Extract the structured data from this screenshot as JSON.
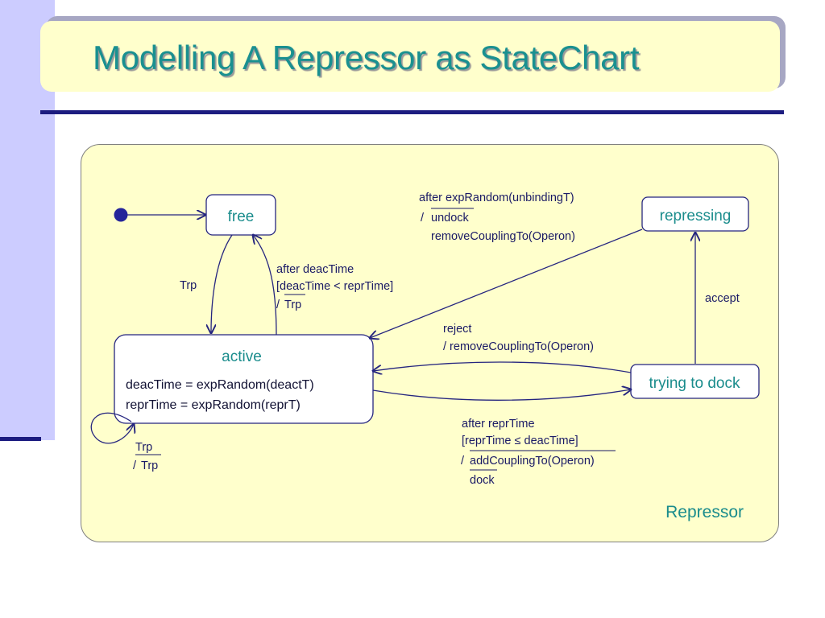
{
  "slide": {
    "title": "Modelling A Repressor as StateChart",
    "accent_color": "#1a9090",
    "rule_color": "#1c1c80",
    "band_color": "#ccccff",
    "title_box_color": "#ffffcc"
  },
  "statechart": {
    "container_name": "Repressor",
    "states": {
      "free": {
        "name": "free"
      },
      "active": {
        "name": "active",
        "actions": [
          "deacTime = expRandom(deactT)",
          "reprTime = expRandom(reprT)"
        ]
      },
      "repressing": {
        "name": "repressing"
      },
      "trying": {
        "name": "trying to dock"
      }
    },
    "transitions": {
      "free_to_active": {
        "trigger": "Trp"
      },
      "active_to_free": {
        "line1": "after deacTime",
        "line2": "[deacTime < reprTime]",
        "slash": "/",
        "action": "Trp"
      },
      "active_self": {
        "trigger": "Trp",
        "slash": "/",
        "action": "Trp"
      },
      "repressing_to_active": {
        "line1": "after expRandom(unbindingT)",
        "slash": "/",
        "action1": "undock",
        "action2": "removeCouplingTo(Operon)"
      },
      "trying_to_repressing": {
        "trigger": "accept"
      },
      "trying_to_active": {
        "line1": "reject",
        "line2": "/ removeCouplingTo(Operon)"
      },
      "active_to_trying": {
        "line1": "after reprTime",
        "line2": "[reprTime ≤ deacTime]",
        "slash": "/",
        "action1": "addCouplingTo(Operon)",
        "action2": "dock"
      }
    }
  }
}
